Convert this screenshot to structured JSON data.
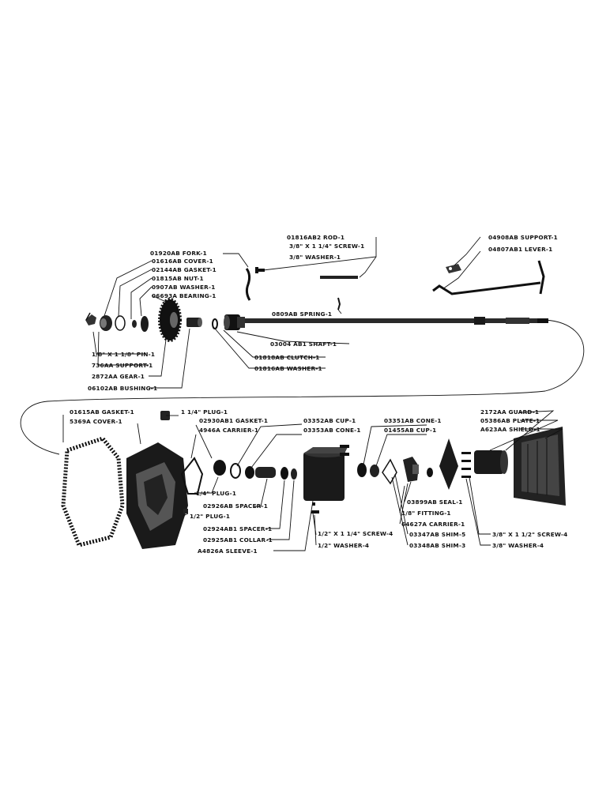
{
  "colors": {
    "ink": "#111111",
    "paper": "#ffffff"
  },
  "upper_assembly": {
    "labels": [
      "01816AB2 ROD-1",
      "3/8\" X 1 1/4\" SCREW-1",
      "3/8\" WASHER-1",
      "04908AB SUPPORT-1",
      "04807AB1 LEVER-1",
      "01920AB FORK-1",
      "01616AB COVER-1",
      "02144AB GASKET-1",
      "01815AB NUT-1",
      "0907AB WASHER-1",
      "06693A BEARING-1",
      "0809AB SPRING-1",
      "03004 AB1 SHAFT-1",
      "01818AB CLUTCH-1",
      "01816AB WASHER-1",
      "1/8\" X 1 1/8\" PIN-1",
      "736AA SUPPORT-1",
      "2872AA GEAR-1",
      "06102AB BUSHING-1"
    ]
  },
  "lower_assembly": {
    "labels": [
      "01615AB GASKET-1",
      "5369A COVER-1",
      "1 1/4\" PLUG-1",
      "02930AB1 GASKET-1",
      "4946A CARRIER-1",
      "03352AB CUP-1",
      "03353AB CONE-1",
      "03351AB CONE-1",
      "01455AB CUP-1",
      "2172AA GUARD-1",
      "05386AB PLATE-1",
      "A623AA SHIELD-1",
      "1/4\" PLUG-1",
      "02926AB SPACER-1",
      "1/2\" PLUG-1",
      "02924AB1 SPACER-1",
      "02925AB1 COLLAR-1",
      "A4826A SLEEVE-1",
      "1/2\" X 1 1/4\" SCREW-4",
      "1/2\" WASHER-4",
      "03899AB SEAL-1",
      "1/8\" FITTING-1",
      "64627A CARRIER-1",
      "03347AB SHIM-5",
      "03348AB SHIM-3",
      "3/8\" X 1 1/2\" SCREW-4",
      "3/8\" WASHER-4"
    ]
  }
}
